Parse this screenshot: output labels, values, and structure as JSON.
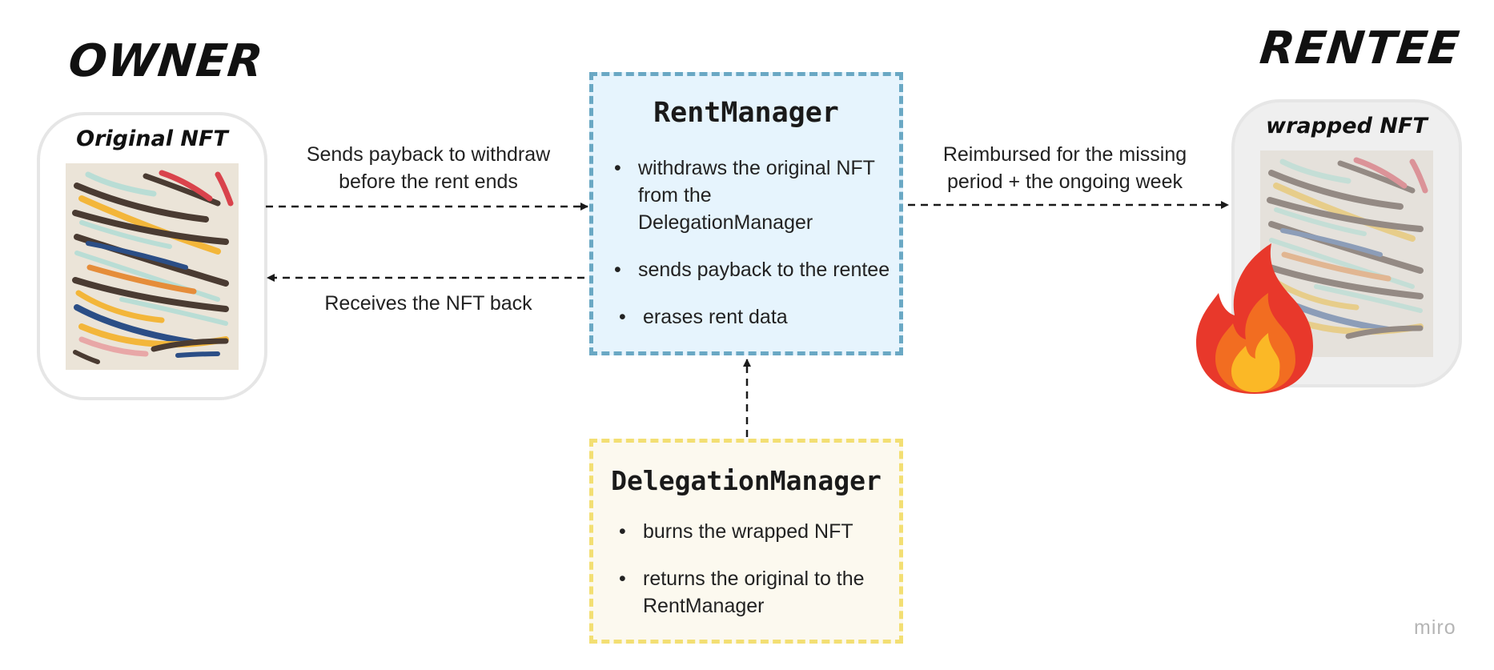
{
  "headings": {
    "owner": "OWNER",
    "rentee": "RENTEE"
  },
  "owner_card": {
    "title": "Original NFT"
  },
  "rentee_card": {
    "title": "wrapped NFT",
    "overlay_icon": "fire-icon"
  },
  "rent_manager": {
    "title": "RentManager",
    "items": [
      "withdraws the original NFT from the DelegationManager",
      "sends payback to the rentee",
      "erases rent data"
    ]
  },
  "delegation_manager": {
    "title": "DelegationManager",
    "items": [
      "burns the wrapped NFT",
      "returns the original to the RentManager"
    ]
  },
  "edges": {
    "owner_to_rent": "Sends payback to withdraw before the rent ends",
    "rent_to_owner": "Receives the NFT back",
    "rent_to_rentee": "Reimbursed for the missing period + the ongoing week"
  },
  "watermark": "miro",
  "colors": {
    "rent_border": "#6aa8c4",
    "rent_fill": "#e6f4fd",
    "delegation_border": "#f3df73",
    "delegation_fill": "#fcf9ef",
    "card_border": "#e6e6e6",
    "wrapped_card_fill": "#efefef",
    "art_bg": "#ebe4d8"
  }
}
